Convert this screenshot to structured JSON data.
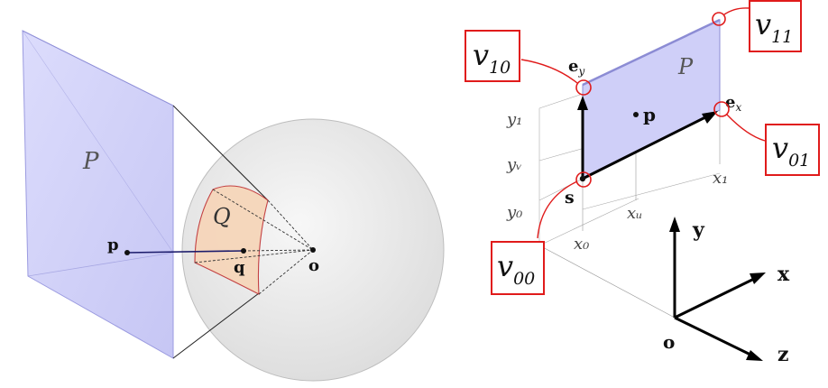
{
  "left_figure": {
    "plane_label": "P",
    "patch_label": "Q",
    "point_p": "p",
    "point_q": "q",
    "origin": "o",
    "colors": {
      "plane_fill": "#d8d8fb",
      "plane_edge": "#8d8dd8",
      "sphere_fill": "#ececec",
      "patch_fill": "#f6d2b4",
      "patch_edge": "#c0282d",
      "ray": "#1b1b6b"
    }
  },
  "right_figure": {
    "plane_label": "P",
    "point_s": "s",
    "point_p": "p",
    "e_x_main": "e",
    "e_x_sub": "x",
    "e_y_main": "e",
    "e_y_sub": "y",
    "tick_y1": "y₁",
    "tick_yv": "yᵥ",
    "tick_y0": "y₀",
    "tick_x0": "x₀",
    "tick_xu": "xᵤ",
    "tick_x1": "x₁",
    "axis_x": "x",
    "axis_y": "y",
    "axis_z": "z",
    "origin": "o",
    "corner_labels": {
      "v00_main": "v",
      "v00_sub": "00",
      "v10_main": "v",
      "v10_sub": "10",
      "v01_main": "v",
      "v01_sub": "01",
      "v11_main": "v",
      "v11_sub": "11"
    },
    "colors": {
      "plane_fill": "#cfcff8",
      "callout": "#e01b1b"
    }
  }
}
